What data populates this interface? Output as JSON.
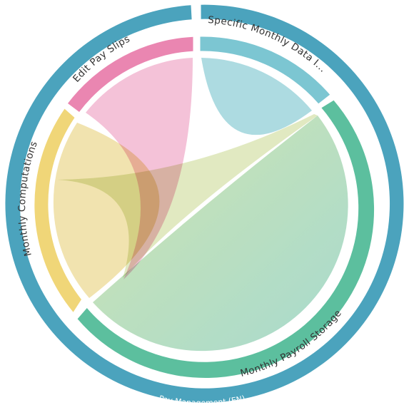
{
  "diagram": {
    "type": "chord",
    "outer_group": {
      "label": "Pay Management (EN)",
      "color": "#4ba3bd"
    },
    "segments": [
      {
        "id": "specific",
        "label": "Specific Monthly Data I...",
        "color": "#7cc6d2",
        "ribbon_color": "#a9d9e0"
      },
      {
        "id": "storage",
        "label": "Monthly Payroll Storage",
        "color": "#5cbf9e",
        "ribbon_color": "#9bd6c0"
      },
      {
        "id": "computations",
        "label": "Monthly Computations",
        "color": "#f0d678",
        "ribbon_color": "#f0e0a6"
      },
      {
        "id": "editslips",
        "label": "Edit Pay Slips",
        "color": "#ea86b1",
        "ribbon_color": "#f1b3cf"
      }
    ]
  }
}
